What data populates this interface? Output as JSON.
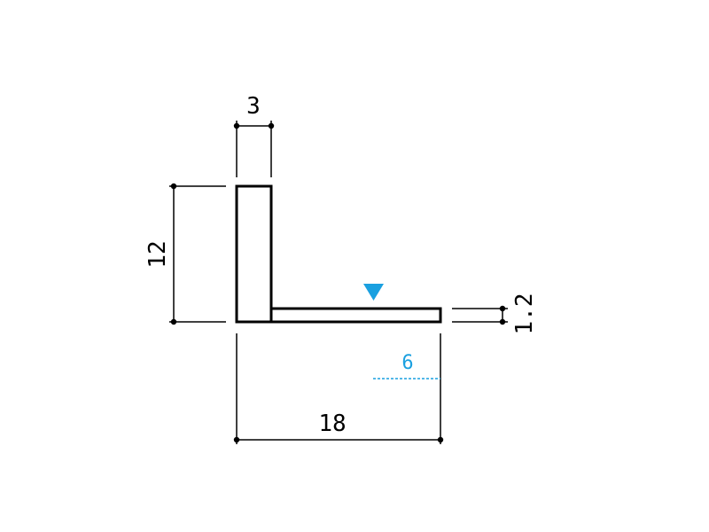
{
  "drawing": {
    "dimensions": {
      "width_top": "3",
      "height_left": "12",
      "thickness_right": "1.2",
      "length_bottom": "18",
      "marker_distance": "6"
    },
    "colors": {
      "line": "#000000",
      "accent": "#1aa0e0",
      "background": "#ffffff"
    },
    "marker_icon": "down-triangle-icon"
  }
}
